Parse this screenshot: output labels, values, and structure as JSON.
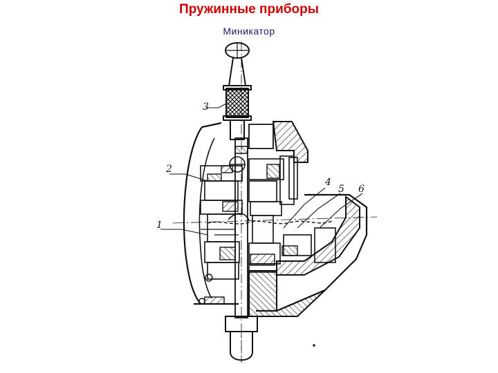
{
  "slide": {
    "title": "Пружинные приборы",
    "subtitle": "Миникатор",
    "title_color": "#cc0000",
    "subtitle_color": "#1a1a66"
  },
  "diagram": {
    "part_labels": [
      "1",
      "2",
      "3",
      "4",
      "5",
      "6"
    ]
  }
}
